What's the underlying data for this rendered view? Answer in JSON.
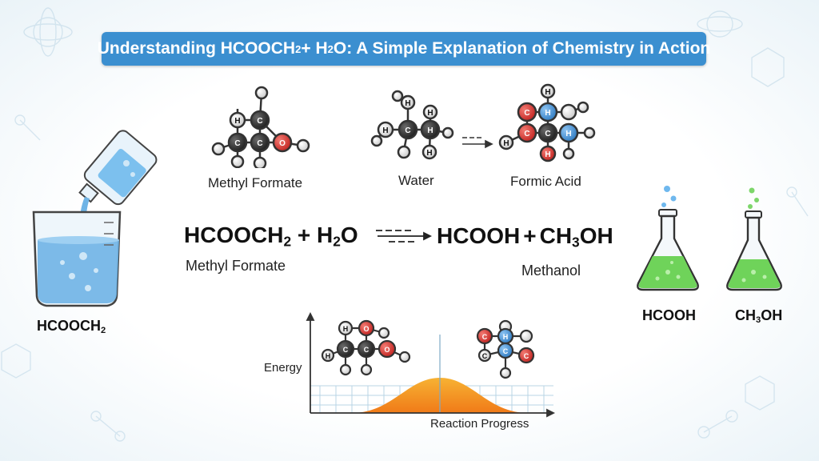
{
  "title": {
    "pre": "Understanding HCOOCH",
    "sub1": "2",
    "mid": " + H",
    "sub2": "2",
    "post": "O: A Simple Explanation of Chemistry in Action"
  },
  "molecules": {
    "methyl_formate_label": "Methyl Formate",
    "water_label": "Water",
    "formic_acid_label": "Formic Acid"
  },
  "atoms": {
    "carbon": "C",
    "hydrogen": "H",
    "oxygen": "O"
  },
  "equation": {
    "left_a": "HCOOCH",
    "left_a_sub": "2",
    "plus1": "+",
    "left_b": "H",
    "left_b_sub": "2",
    "left_b_post": "O",
    "right_a": "HCOOH",
    "plus2": "+",
    "right_b_pre": "CH",
    "right_b_sub": "3",
    "right_b_post": "OH",
    "left_label": "Methyl Formate",
    "right_label": "Methanol"
  },
  "beaker": {
    "label_pre": "HCOOCH",
    "label_sub": "2"
  },
  "flasks": [
    {
      "label": "HCOOH"
    },
    {
      "label_pre": "CH",
      "label_sub": "3",
      "label_post": "OH"
    }
  ],
  "energy_diagram": {
    "ylabel": "Energy",
    "xlabel": "Reaction Progress"
  },
  "colors": {
    "banner": "#3b8fd0",
    "carbon": "#262626",
    "oxygen": "#d8322e",
    "hydrogen": "#ececec",
    "nitrogen_like": "#3f8fd6",
    "water": "#6fb4e6",
    "flask_liquid": "#6fd35a",
    "energy_curve": "#f29a1e"
  }
}
